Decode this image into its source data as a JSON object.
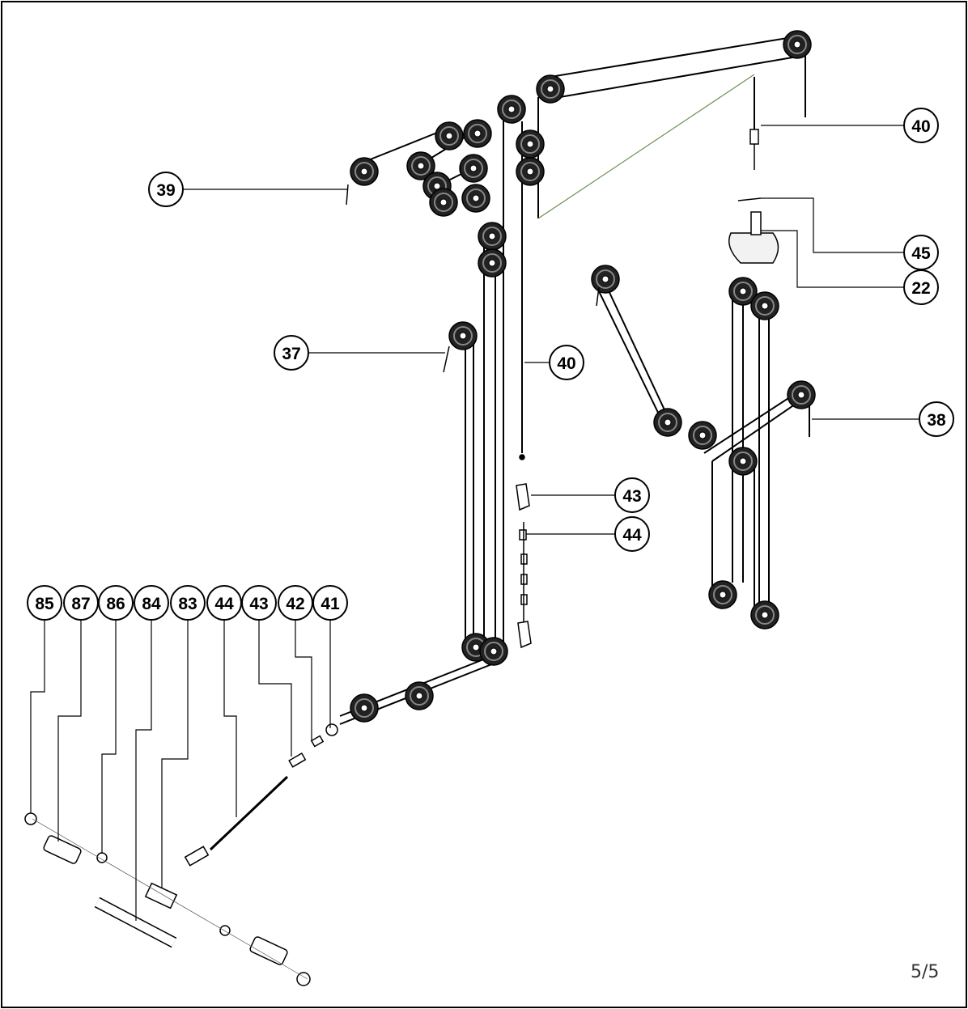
{
  "page_number": "5/5",
  "callouts": {
    "c39": "39",
    "c40_top": "40",
    "c45": "45",
    "c22": "22",
    "c37": "37",
    "c40_mid": "40",
    "c38": "38",
    "c43_mid": "43",
    "c44_mid": "44",
    "c85": "85",
    "c87": "87",
    "c86": "86",
    "c84": "84",
    "c83": "83",
    "c44_low": "44",
    "c43_low": "43",
    "c42": "42",
    "c41": "41"
  }
}
